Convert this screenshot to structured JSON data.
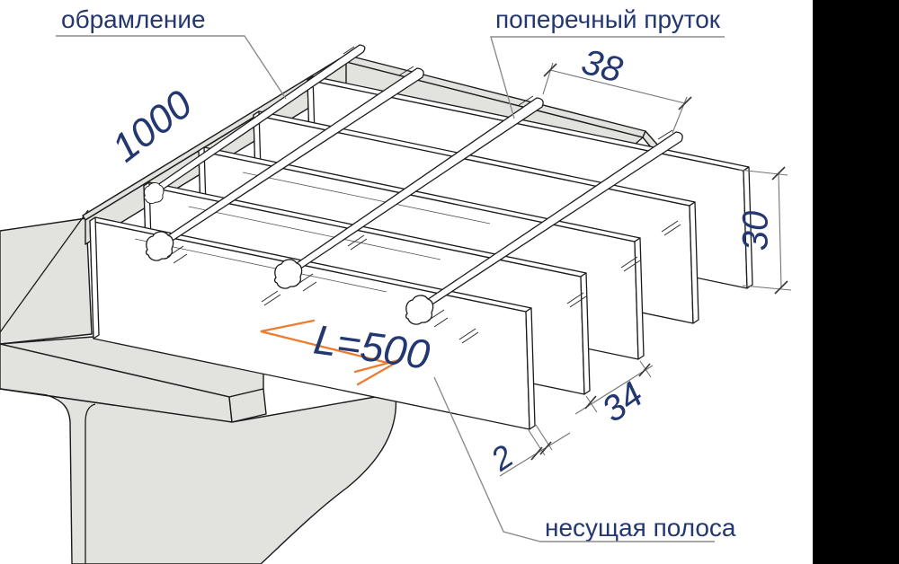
{
  "title": "Isometric drawing of steel grating panel on I-beam",
  "colors": {
    "background": "#ffffff",
    "outline": "#1b1b1b",
    "metal_fill": "#e2e3de",
    "text_navy": "#233770",
    "accent_orange": "#ED7C31",
    "leader_gray": "#8c8c8c",
    "side_bar_black": "#000000"
  },
  "labels": {
    "framing": "обрамление",
    "cross_rod": "поперечный пруток",
    "bearing_bar": "несущая полоса"
  },
  "dimensions": {
    "panel_length": "1000",
    "rod_pitch": "38",
    "bar_height": "30",
    "bar_spacing": "34",
    "bar_thickness": "2",
    "span_mark": "L=500"
  }
}
